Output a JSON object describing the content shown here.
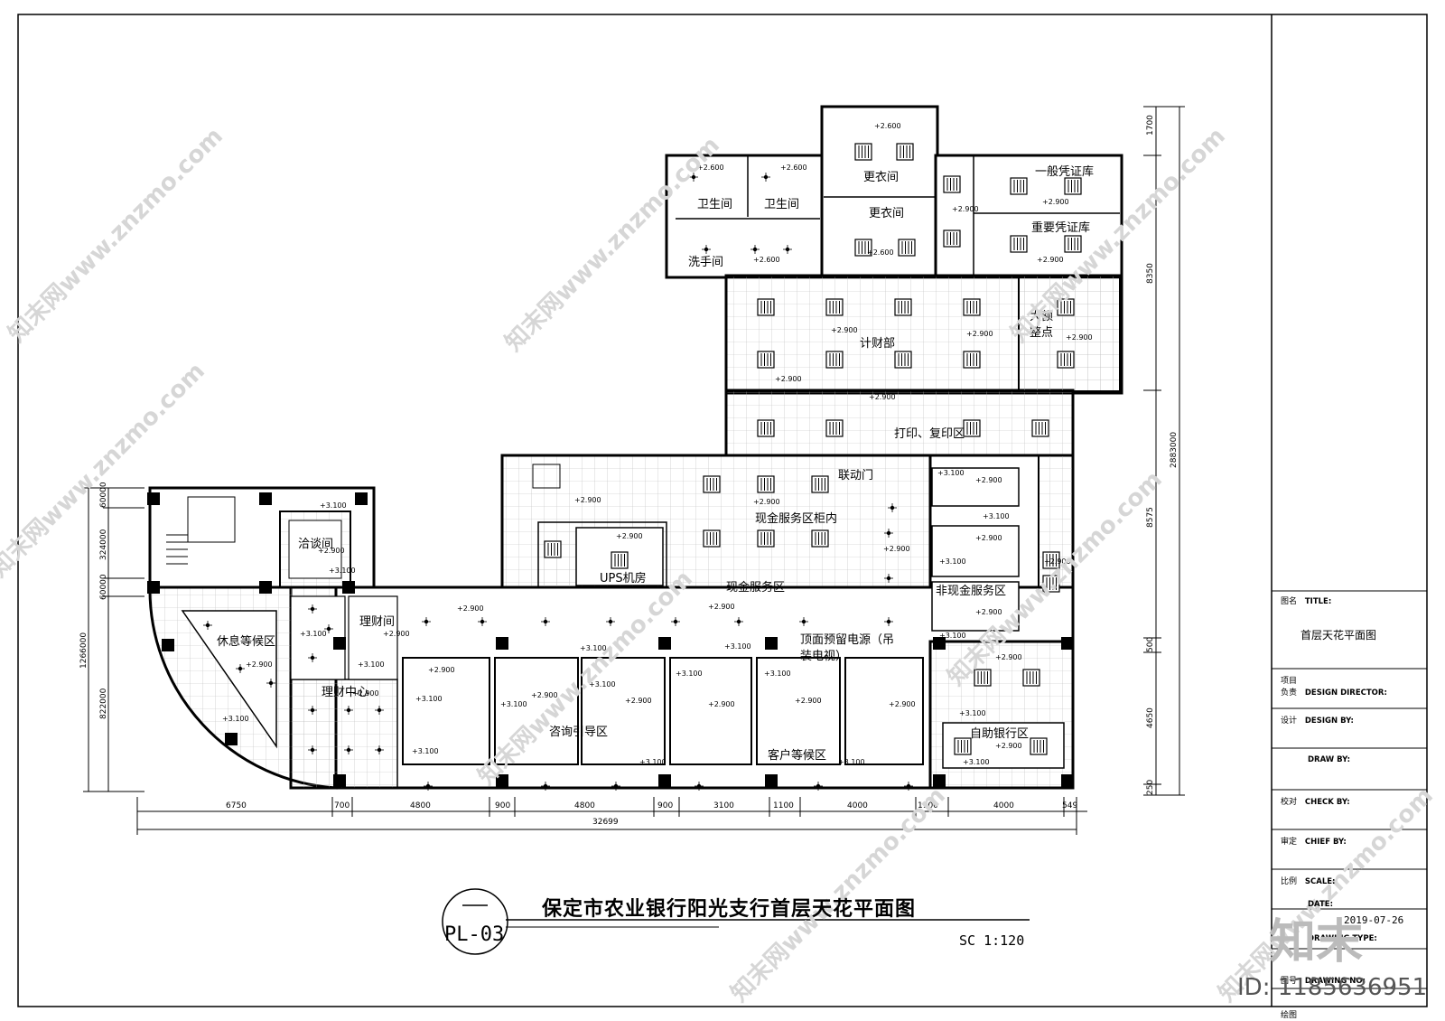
{
  "drawing": {
    "title": "保定市农业银行阳光支行首层天花平面图",
    "sheet_no": "PL-03",
    "scale_note": "SC 1:120"
  },
  "title_block": {
    "rows": [
      {
        "cn": "图名",
        "en": "TITLE:"
      },
      {
        "cn": "项目负责",
        "en": "DESIGN DIRECTOR:"
      },
      {
        "cn": "设计",
        "en": "DESIGN BY:"
      },
      {
        "cn": "",
        "en": "DRAW BY:"
      },
      {
        "cn": "校对",
        "en": "CHECK BY:"
      },
      {
        "cn": "审定",
        "en": "CHIEF BY:"
      },
      {
        "cn": "比例",
        "en": "SCALE:"
      },
      {
        "cn": "",
        "en": "DATE:"
      },
      {
        "cn": "",
        "en": "DRAWING TYPE:"
      },
      {
        "cn": "图号",
        "en": "DRAWING NO:"
      },
      {
        "cn": "绘图",
        "en": ""
      }
    ],
    "title_value": "首层天花平面图",
    "date_value": "2019-07-26"
  },
  "rooms": {
    "toilet_1": "卫生间",
    "toilet_2": "卫生间",
    "washroom": "洗手间",
    "locker_1": "更衣间",
    "locker_2": "更衣间",
    "vault_general": "一般凭证库",
    "vault_important": "重要凭证库",
    "large_count_1": "大额",
    "large_count_2": "整点",
    "accounting": "计财部",
    "print_area": "打印、复印区",
    "interlock_door": "联动门",
    "cash_counter": "现金服务区柜内",
    "ups": "UPS机房",
    "cash_service": "现金服务区",
    "non_cash": "非现金服务区",
    "negotiation": "洽谈间",
    "finance_room": "理财间",
    "rest_area": "休息等候区",
    "finance_center": "理财中心",
    "power_note_1": "顶面预留电源（吊",
    "power_note_2": "装电视）",
    "consult_area": "咨询引导区",
    "waiting_area": "客户等候区",
    "self_service": "自助银行区"
  },
  "elevations": {
    "e2600": "+2.600",
    "e2900": "+2.900",
    "e3100": "+3.100"
  },
  "dims_bottom": [
    "6750",
    "700",
    "4800",
    "900",
    "4800",
    "900",
    "3100",
    "1100",
    "4000",
    "1100",
    "4000",
    "549"
  ],
  "dim_total_bottom": "32699",
  "dims_right": [
    "1700",
    "8350",
    "8575",
    "500",
    "4650",
    "250"
  ],
  "dim_total_right": "2883000",
  "dims_left": [
    "60000",
    "324000",
    "60000",
    "822000"
  ],
  "dim_total_left": "1266000",
  "watermark": {
    "text": "知末网www.znzmo.com",
    "logo": "知末",
    "id": "ID: 1185636951"
  }
}
